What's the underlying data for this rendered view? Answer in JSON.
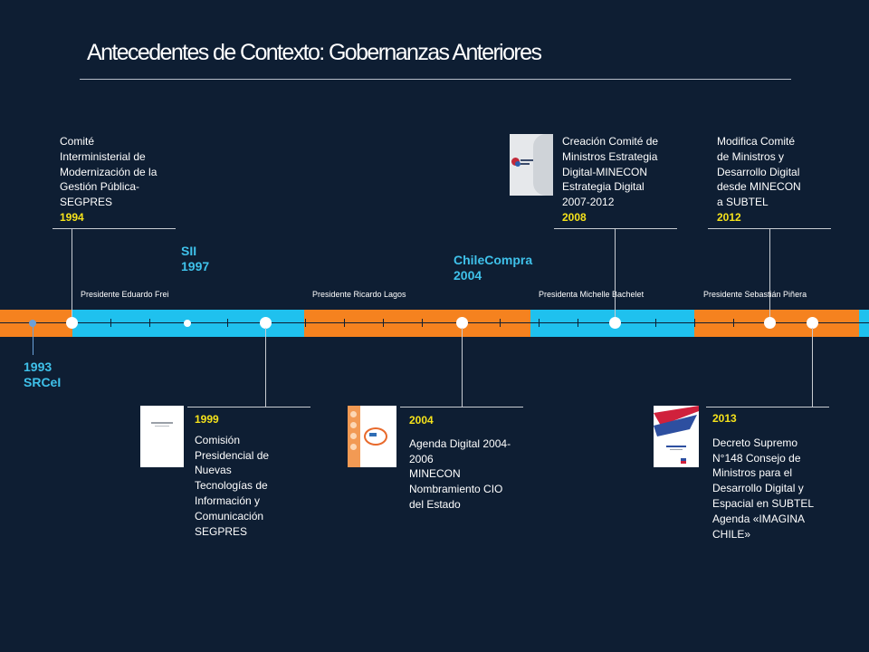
{
  "title": "Antecedentes de Contexto: Gobernanzas Anteriores",
  "presidents": [
    "Presidente Eduardo Frei",
    "Presidente Ricardo Lagos",
    "Presidenta Michelle Bachelet",
    "Presidente Sebastián Piñera"
  ],
  "events_top": [
    {
      "lines": [
        "Comité",
        "Interministerial de",
        "Modernización de la",
        "Gestión Pública-",
        "SEGPRES"
      ],
      "year": "1994"
    },
    {
      "lines": [
        "Creación Comité de",
        "Ministros Estrategia",
        "Digital-MINECON",
        "Estrategia Digital",
        "2007-2012"
      ],
      "year": "2008"
    },
    {
      "lines": [
        "Modifica Comité",
        "de Ministros y",
        "Desarrollo Digital",
        "desde MINECON",
        "a SUBTEL"
      ],
      "year": "2012"
    }
  ],
  "events_bottom": [
    {
      "year": "1999",
      "lines": [
        "Comisión",
        "Presidencial de",
        "Nuevas",
        "Tecnologías de",
        "Información y",
        "Comunicación",
        "SEGPRES"
      ]
    },
    {
      "year": "2004",
      "lines": [
        "Agenda Digital  2004-",
        "2006",
        "MINECON",
        "Nombramiento CIO",
        "del Estado"
      ]
    },
    {
      "year": "2013",
      "lines": [
        "Decreto Supremo",
        "N°148 Consejo de",
        "Ministros para el",
        "Desarrollo Digital y",
        "Espacial  en SUBTEL",
        "Agenda «IMAGINA",
        "CHILE»"
      ]
    }
  ],
  "cyan_labels": {
    "sii": [
      "SII",
      "1997"
    ],
    "chilecompra": [
      "ChileCompra",
      "2004"
    ],
    "srcei": [
      "1993",
      "SRCeI"
    ]
  },
  "colors": {
    "background": "#0e1e33",
    "orange": "#f5821f",
    "cyan": "#1fc1ee",
    "year": "#f5e21b",
    "label_cyan": "#3fc1ea"
  },
  "thumbnail_icons": [
    "document-cover-icon",
    "agenda-digital-cover-icon",
    "estrategia-digital-cover-icon",
    "imagina-chile-cover-icon"
  ]
}
